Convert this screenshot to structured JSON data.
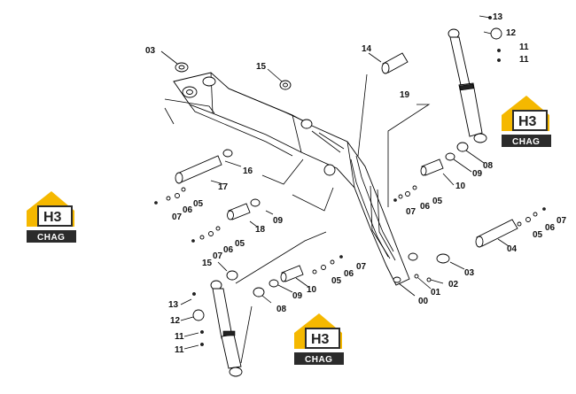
{
  "diagram": {
    "labels": {
      "p00": "00",
      "p01": "01",
      "p02": "02",
      "p03a": "03",
      "p03b": "03",
      "p04": "04",
      "p05a": "05",
      "p05b": "05",
      "p05c": "05",
      "p05d": "05",
      "p05e": "05",
      "p06a": "06",
      "p06b": "06",
      "p06c": "06",
      "p06d": "06",
      "p06e": "06",
      "p07a": "07",
      "p07b": "07",
      "p07c": "07",
      "p07d": "07",
      "p07e": "07",
      "p08a": "08",
      "p08b": "08",
      "p09a": "09",
      "p09b": "09",
      "p09c": "09",
      "p10a": "10",
      "p10b": "10",
      "p11a": "11",
      "p11b": "11",
      "p11c": "11",
      "p11d": "11",
      "p12a": "12",
      "p12b": "12",
      "p13a": "13",
      "p13b": "13",
      "p14": "14",
      "p15a": "15",
      "p15b": "15",
      "p16": "16",
      "p17": "17",
      "p18": "18",
      "p19": "19"
    }
  },
  "watermark": {
    "letters": "H3",
    "word": "CHAG"
  },
  "colors": {
    "logo_yellow": "#f5b800",
    "logo_dark": "#2b2b2b",
    "line": "#000000"
  }
}
